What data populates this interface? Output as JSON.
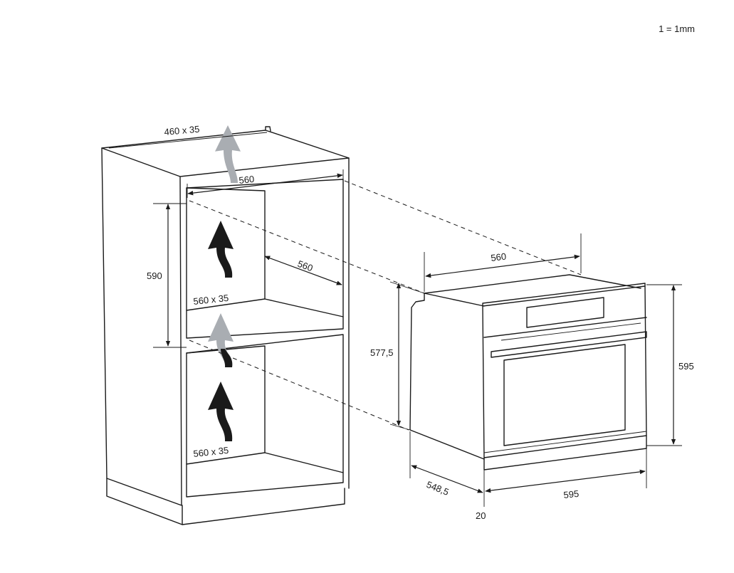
{
  "scale_note": "1 = 1mm",
  "colors": {
    "line": "#1a1a1a",
    "airflow_dark": "#1a1a1a",
    "airflow_light": "#a9adb2"
  },
  "icons": {
    "airflow_arrow": "airflow-arrow-icon"
  },
  "cabinet": {
    "top_vent": "460 x 35",
    "niche_width": "560",
    "niche_height": "590",
    "niche_depth": "560",
    "middle_vent": "560 x 35",
    "bottom_vent": "560 x 35"
  },
  "oven": {
    "width_top": "560",
    "body_height": "577,5",
    "front_height": "595",
    "depth": "548,5",
    "front_width": "595",
    "front_thickness": "20"
  }
}
